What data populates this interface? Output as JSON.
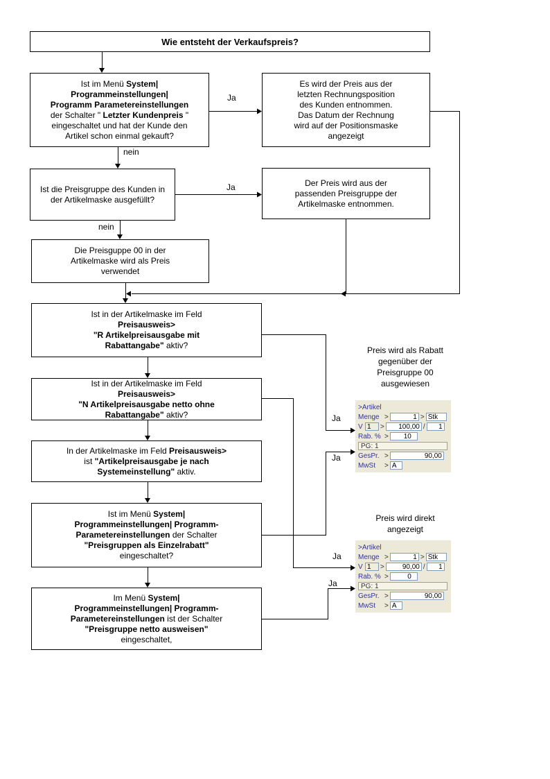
{
  "title": "Wie entsteht der Verkaufspreis?",
  "labels": {
    "ja": "Ja",
    "nein": "nein"
  },
  "boxes": {
    "q_letzter_kundenpreis": "Ist im Menü  <b>System|</b><br><b>Programmeinstellungen|</b><br><b>Programm Parametereinstellungen</b><br>der Schalter \" <b>Letzter Kundenpreis</b> \"<br>eingeschaltet und hat der Kunde den<br>Artikel schon einmal gekauft?",
    "r_letzte_rechnung": "Es wird der Preis aus der<br>letzten Rechnungsposition<br>des Kunden entnommen.<br>Das Datum der Rechnung<br>wird auf der Positionsmaske<br>angezeigt",
    "q_preisgruppe_kunde": "Ist die Preisgruppe des Kunden in<br>der Artikelmaske ausgefüllt?",
    "r_passende_preisgruppe": "Der Preis wird aus der<br>passenden Preisgruppe der<br>Artikelmaske entnommen.",
    "r_preisgruppe_00": "Die Preisguppe 00 in der<br>Artikelmaske wird als Preis<br>verwendet",
    "q_rabattangabe": "Ist in der Artikelmaske im Feld<br><b>Preisausweis&gt;</b><br><b>\"R Artikelpreisausgabe mit</b><br><b>Rabattangabe\"</b> aktiv?",
    "q_netto_ohne_rabatt": "Ist in der Artikelmaske im Feld<br><b>Preisausweis&gt;</b><br><b>\"N Artikelpreisausgabe netto ohne</b><br><b>Rabattangabe\"</b> aktiv?",
    "s_systemeinstellung": "In der Artikelmaske im Feld  <b>Preisausweis&gt;</b><br>ist <b>\"Artikelpreisausgabe je nach</b><br><b>Systemeinstellung\"</b> aktiv.",
    "q_einzelrabatt": "Ist im Menü  <b>System|</b><br><b>Programmeinstellungen| Programm-</b><br><b>Parametereinstellungen</b> der Schalter<br><b>\"Preisgruppen als Einzelrabatt\"</b><br>eingeschaltet?",
    "s_netto_ausweisen": "Im Menü <b>System|</b><br><b>Programmeinstellungen| Programm-</b><br><b>Parametereinstellungen</b> ist der Schalter<br><b>\"Preisgruppe netto ausweisen\"</b><br>eingeschaltet,"
  },
  "notes": {
    "rabatt": "Preis wird als Rabatt\ngegenüber der\nPreisgruppe 00\nausgewiesen",
    "direkt": "Preis wird direkt\nangezeigt"
  },
  "panels": [
    {
      "header": ">Artikel",
      "menge_label": "Menge",
      "sep1": ">",
      "menge": "1",
      "sep2": ">",
      "unit": "Stk",
      "v_label": "V",
      "v_no": "1",
      "sep3": ">",
      "price": "100,00",
      "slash": "/",
      "per": "1",
      "rab_label": "Rab. %",
      "sep4": ">",
      "rab": "10",
      "pg": "PG: 1",
      "gespr_label": "GesPr.",
      "sep5": ">",
      "gespr": "90,00",
      "mwst_label": "MwSt",
      "sep6": ">",
      "mwst": "A"
    },
    {
      "header": ">Artikel",
      "menge_label": "Menge",
      "sep1": ">",
      "menge": "1",
      "sep2": ">",
      "unit": "Stk",
      "v_label": "V",
      "v_no": "1",
      "sep3": ">",
      "price": "90,00",
      "slash": "/",
      "per": "1",
      "rab_label": "Rab. %",
      "sep4": ">",
      "rab": "0",
      "pg": "PG: 1",
      "gespr_label": "GesPr.",
      "sep5": ">",
      "gespr": "90,00",
      "mwst_label": "MwSt",
      "sep6": ">",
      "mwst": "A"
    }
  ],
  "colors": {
    "panel_bg": "#ece9d8",
    "panel_label": "#333399",
    "input_border": "#7f9db9",
    "line": "#000000"
  }
}
